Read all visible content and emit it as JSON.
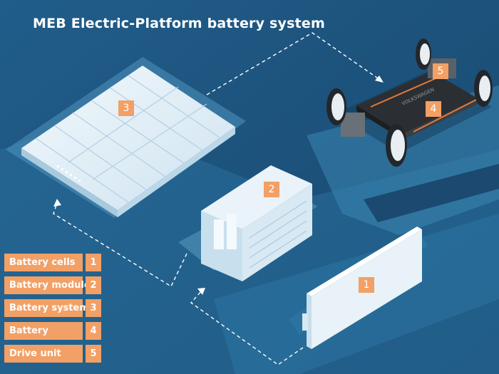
{
  "title": "MEB Electric-Platform battery system",
  "chassis_brand": "VOLKSWAGEN",
  "markers": {
    "cells": "1",
    "module": "2",
    "system": "3",
    "battery": "4",
    "drive_unit": "5"
  },
  "legend": [
    {
      "label": "Battery cells",
      "num": "1"
    },
    {
      "label": "Battery module",
      "num": "2"
    },
    {
      "label": "Battery system",
      "num": "3"
    },
    {
      "label": "Battery",
      "num": "4"
    },
    {
      "label": "Drive unit",
      "num": "5"
    }
  ],
  "colors": {
    "background": "#1d4f78",
    "accent": "#f2a065",
    "component": "#dcecf6"
  }
}
